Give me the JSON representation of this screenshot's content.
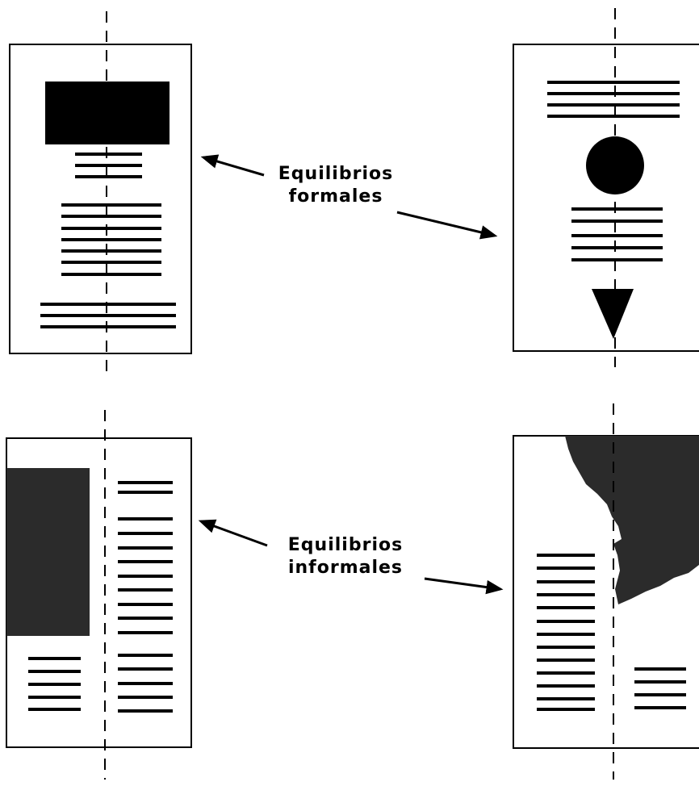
{
  "diagram": {
    "labels": {
      "formal": [
        "Equilibrios",
        "formales"
      ],
      "informal": [
        "Equilibrios",
        "informales"
      ]
    },
    "colors": {
      "ink": "#000000",
      "block": "#2b2b2b",
      "paper": "#ffffff"
    }
  }
}
